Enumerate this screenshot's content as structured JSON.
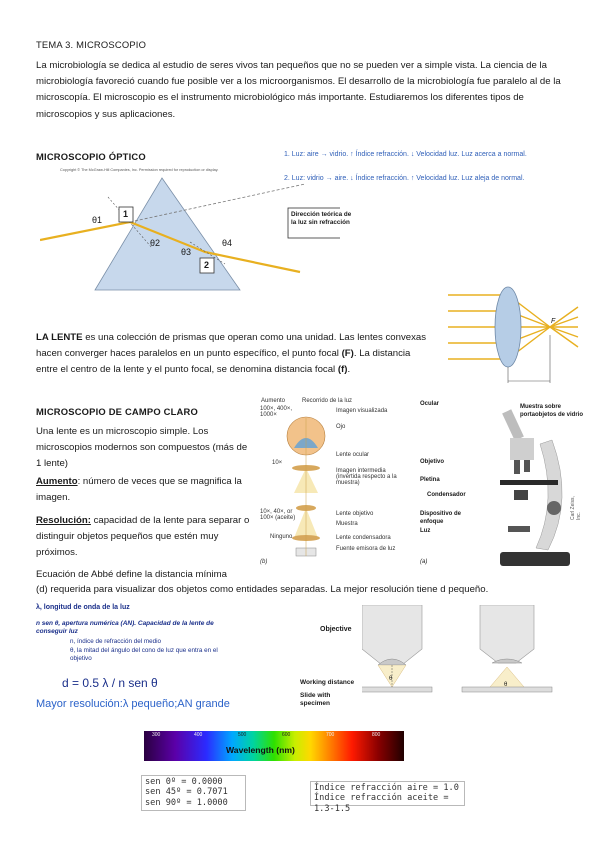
{
  "header": {
    "title": "TEMA 3. MICROSCOPIO"
  },
  "intro": "La microbiología se dedica al estudio de seres vivos tan pequeños que no se pueden ver a simple vista. La ciencia de la microbiología favoreció cuando fue posible ver a los microorganismos. El desarrollo de la microbiología fue paralelo al de la microscopía. El microscopio es el instrumento microbiológico más importante. Estudiaremos los diferentes tipos de microscopios y sus aplicaciones.",
  "optico": {
    "heading": "MICROSCOPIO ÓPTICO",
    "note1": "1. Luz: aire → vidrio. ↑ Índice refracción. ↓ Velocidad luz. Luz acerca a normal.",
    "note2": "2. Luz: vidrio → aire. ↓ Índice refracción. ↑ Velocidad luz. Luz aleja de normal.",
    "copyright": "Copyright © The McGraw-Hill Companies, Inc. Permission required for reproduction or display.",
    "prism_label": "Dirección teórica de la luz sin refracción",
    "theta1": "θ1",
    "theta2": "θ2",
    "theta3": "θ3",
    "theta4": "θ4",
    "box1": "1",
    "box2": "2"
  },
  "lente": {
    "bold": "LA LENTE",
    "text_a": " es una colección de prismas que operan como una unidad. Las lentes convexas hacen converger haces paralelos en un punto específico, el punto focal ",
    "f": "(F)",
    "text_b": ". La distancia entre el centro de la lente y el punto focal, se denomina distancia focal ",
    "fl": "(f)",
    "text_c": ".",
    "focal_label": "F"
  },
  "campo": {
    "heading": "MICROSCOPIO DE CAMPO CLARO",
    "p1": "Una lente es un microscopio simple. Los microscopios modernos son compuestos (más de 1 lente)",
    "aumento_label": "Aumento",
    "aumento_text": ": número de veces que se magnifica la imagen.",
    "resol_label": "Resolución:",
    "resol_text": " capacidad de la lente para separar o distinguir objetos pequeños que estén muy próximos.",
    "abbe1": "Ecuación de Abbé define la distancia mínima",
    "abbe2": "(d) requerida para visualizar dos objetos como entidades separadas. La mejor resolución tiene d pequeño."
  },
  "diagram_path": {
    "aumento": "Aumento",
    "recorrido": "Recorrido de la luz",
    "mag1": "100×, 400×, 1000×",
    "img_vis": "Imagen visualizada",
    "ojo": "Ojo",
    "mag2": "10×",
    "lente_ocular": "Lente ocular",
    "img_int": "Imagen intermedia (invertida respecto a la muestra)",
    "mag3": "10×, 40×, or 100× (aceite)",
    "lente_obj": "Lente objetivo",
    "muestra": "Muestra",
    "ninguno": "Ninguno",
    "lente_cond": "Lente condensadora",
    "fuente": "Fuente emisora de luz",
    "fig_a": "(a)",
    "fig_b": "(b)"
  },
  "microscope": {
    "ocular": "Ocular",
    "muestra": "Muestra sobre portaobjetos de vidrio",
    "objetivo": "Objetivo",
    "pletina": "Pletina",
    "condensador": "Condensador",
    "enfoque": "Dispositivo de enfoque",
    "luz": "Luz",
    "credit": "Carl Zeiss, Inc."
  },
  "abbe_fig": {
    "l1": "λ, longitud de onda de la luz",
    "l2": "n sen θ, apertura numérica (AN). Capacidad de la lente de conseguir luz",
    "l3": "n, índice de refracción del medio",
    "l4": "θ, la mitad del ángulo del cono de luz que entra en el objetivo",
    "formula": "d = 0.5 λ / n sen θ",
    "mayor": "Mayor resolución:λ pequeño;AN grande",
    "objective": "Objective",
    "working": "Working distance",
    "slide": "Slide with specimen",
    "theta": "θ"
  },
  "spectrum": {
    "label": "Wavelength (nm)",
    "ticks": [
      "300",
      "400",
      "500",
      "600",
      "700",
      "800"
    ]
  },
  "sen_table": [
    "sen 0º = 0.0000",
    "sen 45º = 0.7071",
    "sen 90º = 1.0000"
  ],
  "indice_table": [
    "Índice refracción aire = 1.0",
    "Índice refracción aceite = 1.3-1.5"
  ]
}
